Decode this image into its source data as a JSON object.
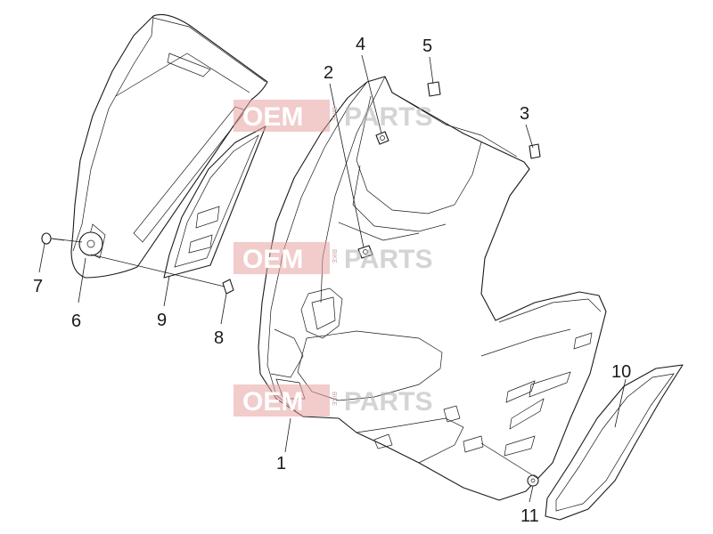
{
  "diagram": {
    "callouts": [
      {
        "id": "1",
        "label": "1"
      },
      {
        "id": "2",
        "label": "2"
      },
      {
        "id": "3",
        "label": "3"
      },
      {
        "id": "4",
        "label": "4"
      },
      {
        "id": "5",
        "label": "5"
      },
      {
        "id": "6",
        "label": "6"
      },
      {
        "id": "7",
        "label": "7"
      },
      {
        "id": "8",
        "label": "8"
      },
      {
        "id": "9",
        "label": "9"
      },
      {
        "id": "10",
        "label": "10"
      },
      {
        "id": "11",
        "label": "11"
      }
    ],
    "watermark": {
      "brand_left": "OEM",
      "brand_small": "BIKE",
      "brand_right": "PARTS"
    },
    "colors": {
      "line": "#1a1a1a",
      "watermark_red": "#e8a0a0",
      "watermark_grey": "#b8b8b8"
    }
  }
}
